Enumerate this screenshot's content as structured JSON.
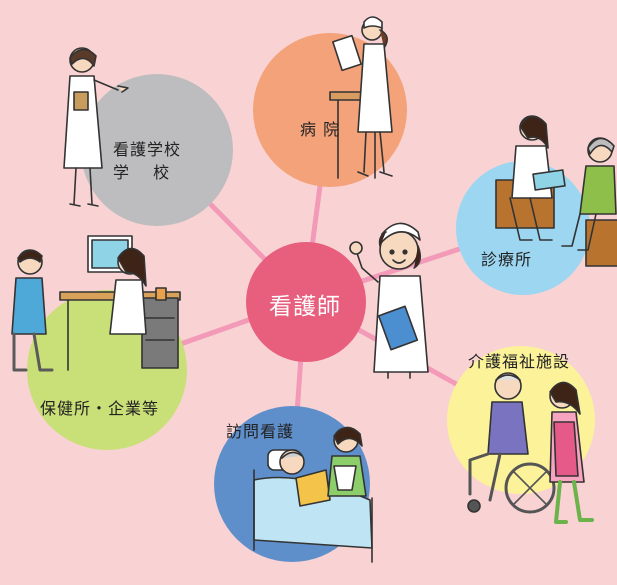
{
  "center": {
    "label": "看護師",
    "color": "#e85f7e"
  },
  "nodes": {
    "hospital": {
      "label": "病 院",
      "color": "#f3a27a"
    },
    "nursing_school": {
      "line1": "看護学校",
      "line2": "学　 校",
      "color": "#bdbdbf"
    },
    "clinic": {
      "label": "診療所",
      "color": "#9cd6f0"
    },
    "health_center": {
      "label": "保健所・企業等",
      "color": "#c9df77"
    },
    "visiting_nursing": {
      "label": "訪問看護",
      "color": "#5e8fcb"
    },
    "care_facility": {
      "label": "介護福祉施設",
      "color": "#fbf29a"
    }
  },
  "connector_color": "#f29ab8",
  "background_color": "#f9d3d3"
}
